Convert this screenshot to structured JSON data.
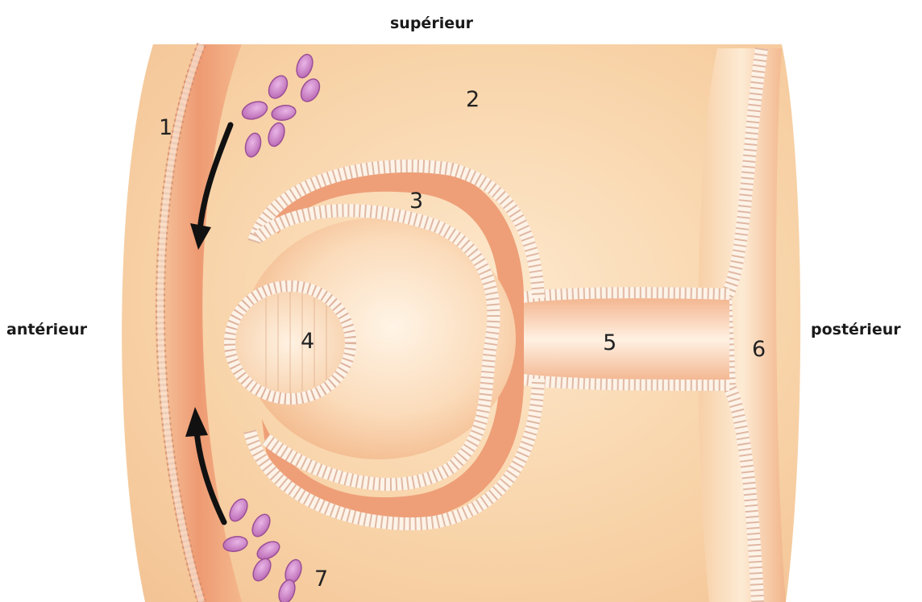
{
  "orientation": {
    "superior": "supérieur",
    "anterior": "antérieur",
    "posterior": "postérieur"
  },
  "labels": [
    "1",
    "2",
    "3",
    "4",
    "5",
    "6",
    "7"
  ],
  "colors": {
    "mesenchyme": "#f8d4a8",
    "epithelium_band": "#ef9f76",
    "cell_fill": "#fdf3e8",
    "cell_outline": "#c9876a",
    "nucleus": "#8a6a5a",
    "migrating_cells": "#c77ec2",
    "arrow": "#111111"
  }
}
